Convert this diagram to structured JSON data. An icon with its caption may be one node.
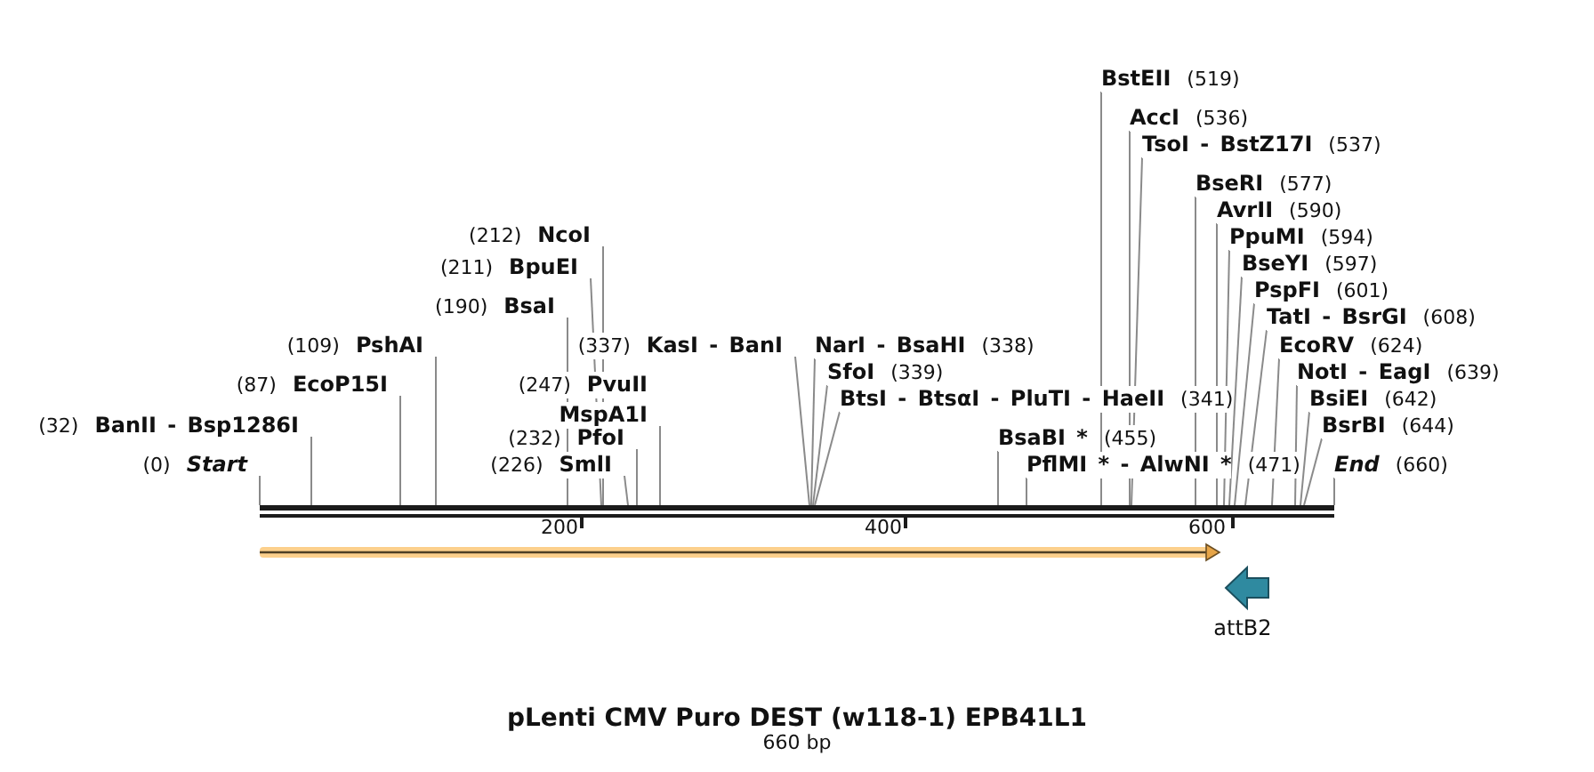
{
  "diagram": {
    "title": "pLenti CMV Puro DEST (w118-1) EPB41L1",
    "caption": "660 bp",
    "nodes": [
      {
        "text": [
          "(0)",
          "Start"
        ]
      },
      {
        "text": [
          "(32)",
          "BanII - Bsp1286I"
        ]
      },
      {
        "text": [
          "(87)",
          "EcoP15I"
        ]
      },
      {
        "text": [
          "(109)",
          "PshAI"
        ]
      },
      {
        "text": [
          "(190)",
          "BsaI"
        ]
      },
      {
        "text": [
          "(211)",
          "BpuEI"
        ]
      },
      {
        "text": [
          "(212)",
          "NcoI"
        ]
      },
      {
        "text": [
          "(226)",
          "SmlI"
        ]
      },
      {
        "text": [
          "(232)",
          "PfoI"
        ]
      },
      {
        "text": [
          "(247)",
          "PvuII",
          "MspA1I"
        ]
      },
      {
        "text": [
          "(337)",
          "KasI - BanI"
        ]
      },
      {
        "text": [
          "NarI - BsaHI",
          "(338)"
        ]
      },
      {
        "text": [
          "SfoI",
          "(339)"
        ]
      },
      {
        "text": [
          "BtsI - BtsαI - PluTI - HaeII",
          "(341)"
        ]
      },
      {
        "text": [
          "BsaBI *",
          "(455)"
        ]
      },
      {
        "text": [
          "PflMI * - AlwNI *",
          "(471)"
        ]
      },
      {
        "text": [
          "BstEII",
          "(519)"
        ]
      },
      {
        "text": [
          "AccI",
          "(536)"
        ]
      },
      {
        "text": [
          "TsoI - BstZ17I",
          "(537)"
        ]
      },
      {
        "text": [
          "BseRI",
          "(577)"
        ]
      },
      {
        "text": [
          "AvrII",
          "(590)"
        ]
      },
      {
        "text": [
          "PpuMI",
          "(594)"
        ]
      },
      {
        "text": [
          "BseYI",
          "(597)"
        ]
      },
      {
        "text": [
          "PspFI",
          "(601)"
        ]
      },
      {
        "text": [
          "TatI - BsrGI",
          "(608)"
        ]
      },
      {
        "text": [
          "EcoRV",
          "(624)"
        ]
      },
      {
        "text": [
          "NotI - EagI",
          "(639)"
        ]
      },
      {
        "text": [
          "BsiEI",
          "(642)"
        ]
      },
      {
        "text": [
          "BsrBI",
          "(644)"
        ]
      },
      {
        "text": [
          "End",
          "(660)"
        ]
      },
      {
        "text": [],
        "shape": "bar"
      }
    ],
    "edges": [
      {
        "from": 0,
        "to": 30,
        "arrow": "none"
      },
      {
        "from": 1,
        "to": 30,
        "arrow": "none"
      },
      {
        "from": 2,
        "to": 30,
        "arrow": "none"
      },
      {
        "from": 3,
        "to": 30,
        "arrow": "none"
      },
      {
        "from": 4,
        "to": 30,
        "arrow": "none"
      },
      {
        "from": 5,
        "to": 30,
        "arrow": "none"
      },
      {
        "from": 6,
        "to": 30,
        "arrow": "none"
      },
      {
        "from": 7,
        "to": 30,
        "arrow": "none"
      },
      {
        "from": 8,
        "to": 30,
        "arrow": "none"
      },
      {
        "from": 9,
        "to": 30,
        "arrow": "none"
      },
      {
        "from": 10,
        "to": 30,
        "arrow": "none"
      },
      {
        "from": 11,
        "to": 30,
        "arrow": "none"
      },
      {
        "from": 12,
        "to": 30,
        "arrow": "none"
      },
      {
        "from": 13,
        "to": 30,
        "arrow": "none"
      },
      {
        "from": 14,
        "to": 30,
        "arrow": "none"
      },
      {
        "from": 15,
        "to": 30,
        "arrow": "none"
      },
      {
        "from": 16,
        "to": 30,
        "arrow": "none"
      },
      {
        "from": 17,
        "to": 30,
        "arrow": "none"
      },
      {
        "from": 18,
        "to": 30,
        "arrow": "none"
      },
      {
        "from": 19,
        "to": 30,
        "arrow": "none"
      },
      {
        "from": 20,
        "to": 30,
        "arrow": "none"
      },
      {
        "from": 21,
        "to": 30,
        "arrow": "none"
      },
      {
        "from": 22,
        "to": 30,
        "arrow": "none"
      },
      {
        "from": 23,
        "to": 30,
        "arrow": "none"
      },
      {
        "from": 24,
        "to": 30,
        "arrow": "none"
      },
      {
        "from": 25,
        "to": 30,
        "arrow": "none"
      },
      {
        "from": 26,
        "to": 30,
        "arrow": "none"
      },
      {
        "from": 27,
        "to": 30,
        "arrow": "none"
      },
      {
        "from": 28,
        "to": 30,
        "arrow": "none"
      },
      {
        "from": 29,
        "to": 30,
        "arrow": "none"
      }
    ],
    "labels": [
      "200",
      "400",
      "600",
      "attB2"
    ]
  }
}
